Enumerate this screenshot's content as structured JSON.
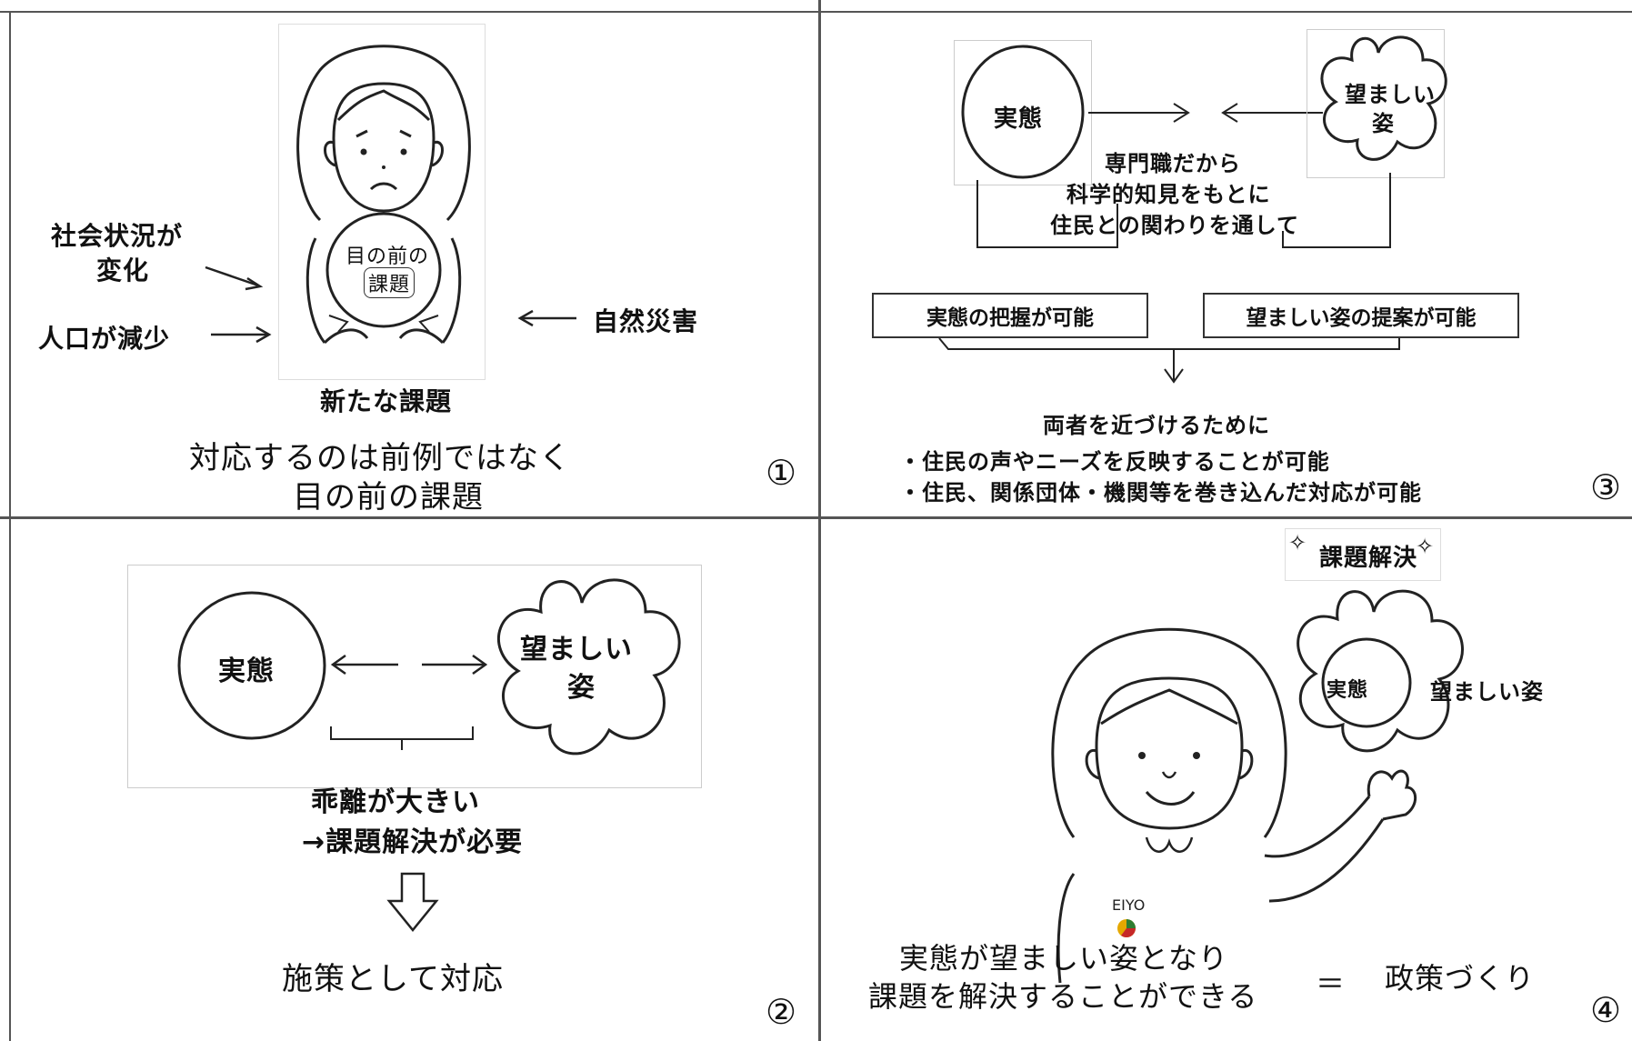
{
  "panel1": {
    "bubble_text": [
      "目の前の",
      "課題"
    ],
    "left_label_1": [
      "社会状況が",
      "変化"
    ],
    "left_label_2": "人口が減少",
    "right_label": "自然災害",
    "caption_under_figure": "新たな課題",
    "conclusion_line_1": "対応するのは前例ではなく",
    "conclusion_line_2": "目の前の課題",
    "number": "①"
  },
  "panel2": {
    "circle_label": "実態",
    "flower_label": [
      "望ましい",
      "姿"
    ],
    "gap_line_1": "乖離が大きい",
    "gap_line_2": "→課題解決が必要",
    "result": "施策として対応",
    "number": "②"
  },
  "panel3": {
    "circle_label": "実態",
    "flower_label": [
      "望ましい",
      "姿"
    ],
    "center_text": [
      "専門職だから",
      "科学的知見をもとに",
      "住民との関わりを通して"
    ],
    "box_left": "実態の把握が可能",
    "box_right": "望ましい姿の提案が可能",
    "lead": "両者を近づけるために",
    "bullet_1": "・住民の声やニーズを反映することが可能",
    "bullet_2": "・住民、関係団体・機関等を巻き込んだ対応が可能",
    "number": "③"
  },
  "panel4": {
    "badge": "課題解決",
    "inner_label": "実態",
    "flower_label": "望ましい姿",
    "shirt_text": "EIYO",
    "bottom_line_1": "実態が望ましい姿となり",
    "bottom_line_2": "課題を解決することができる",
    "equals": "＝",
    "policy": "政策づくり",
    "number": "④"
  }
}
